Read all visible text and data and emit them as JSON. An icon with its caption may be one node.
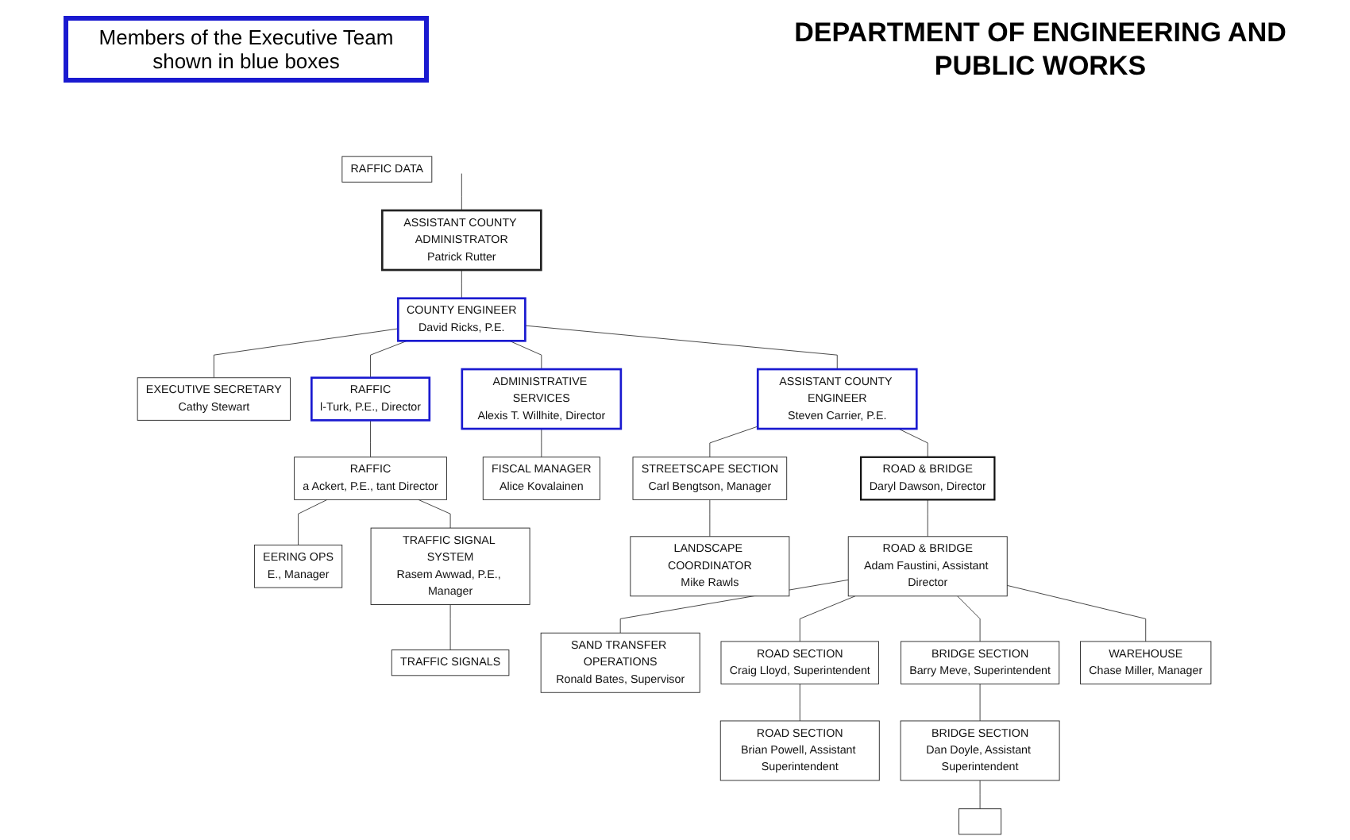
{
  "diagram": {
    "title": "DEPARTMENT OF ENGINEERING AND PUBLIC WORKS",
    "nodes": [
      {
        "text": [
          "ASSISTANT COUNTY ADMINISTRATOR",
          "Patrick Rutter"
        ]
      },
      {
        "text": [
          "COUNTY ENGINEER",
          "David Ricks, P.E."
        ]
      },
      {
        "text": [
          "EXECUTIVE SECRETARY",
          "Cathy Stewart"
        ]
      },
      {
        "text": [
          "RAFFIC",
          "l-Turk, P.E., Director"
        ]
      },
      {
        "text": [
          "ADMINISTRATIVE SERVICES",
          "Alexis T. Willhite, Director"
        ]
      },
      {
        "text": [
          "ASSISTANT COUNTY ENGINEER",
          "Steven Carrier, P.E."
        ]
      },
      {
        "text": [
          "RAFFIC",
          "a Ackert, P.E., tant Director"
        ]
      },
      {
        "text": [
          "FISCAL MANAGER",
          "Alice Kovalainen"
        ]
      },
      {
        "text": [
          "STREETSCAPE SECTION",
          "Carl Bengtson, Manager"
        ]
      },
      {
        "text": [
          "ROAD & BRIDGE",
          "Daryl Dawson, Director"
        ]
      },
      {
        "text": [
          "LANDSCAPE COORDINATOR",
          "Mike Rawls"
        ]
      },
      {
        "text": [
          "ROAD & BRIDGE",
          "Adam Faustini, Assistant Director"
        ]
      },
      {
        "text": [
          "EERING OPS",
          "E., Manager"
        ]
      },
      {
        "text": [
          "TRAFFIC SIGNAL SYSTEM",
          "Rasem Awwad, P.E., Manager"
        ]
      },
      {
        "text": [
          "SAND TRANSFER OPERATIONS",
          "Ronald Bates, Supervisor"
        ]
      },
      {
        "text": [
          "ROAD SECTION",
          "Craig Lloyd, Superintendent"
        ]
      },
      {
        "text": [
          "BRIDGE SECTION",
          "Barry Meve, Superintendent"
        ]
      },
      {
        "text": [
          "WAREHOUSE",
          "Chase Miller, Manager"
        ]
      },
      {
        "text": [
          "ROAD SECTION",
          "Brian Powell, Assistant Superintendent"
        ]
      },
      {
        "text": [
          "BRIDGE SECTION",
          "Dan Doyle, Assistant Superintendent"
        ]
      },
      {
        "text": [
          "RAFFIC DATA"
        ]
      },
      {
        "text": [
          "TRAFFIC SIGNALS"
        ]
      },
      {
        "text": [],
        "shape": "box"
      }
    ],
    "edges": [
      {
        "from": null,
        "to": 0,
        "arrow": "none"
      },
      {
        "from": 0,
        "to": 1,
        "arrow": "none"
      },
      {
        "from": 1,
        "to": 2,
        "arrow": "none"
      },
      {
        "from": 1,
        "to": 3,
        "arrow": "none"
      },
      {
        "from": 1,
        "to": 4,
        "arrow": "none"
      },
      {
        "from": 1,
        "to": 5,
        "arrow": "none"
      },
      {
        "from": 3,
        "to": 6,
        "arrow": "none"
      },
      {
        "from": 4,
        "to": 7,
        "arrow": "none"
      },
      {
        "from": 5,
        "to": 8,
        "arrow": "none"
      },
      {
        "from": 5,
        "to": 9,
        "arrow": "none"
      },
      {
        "from": 8,
        "to": 10,
        "arrow": "none"
      },
      {
        "from": 9,
        "to": 11,
        "arrow": "none"
      },
      {
        "from": 6,
        "to": 12,
        "arrow": "none"
      },
      {
        "from": 6,
        "to": 13,
        "arrow": "none"
      },
      {
        "from": 11,
        "to": 14,
        "arrow": "none"
      },
      {
        "from": 11,
        "to": 15,
        "arrow": "none"
      },
      {
        "from": 11,
        "to": 16,
        "arrow": "none"
      },
      {
        "from": 11,
        "to": 17,
        "arrow": "none"
      },
      {
        "from": 15,
        "to": 18,
        "arrow": "none"
      },
      {
        "from": 16,
        "to": 19,
        "arrow": "none"
      },
      {
        "from": 13,
        "to": 21,
        "arrow": "none"
      },
      {
        "from": 19,
        "to": 22,
        "arrow": "none"
      }
    ],
    "legend": [
      {
        "text": "Members of the Executive Team shown in blue boxes",
        "color": "#1a1ad0"
      }
    ]
  }
}
